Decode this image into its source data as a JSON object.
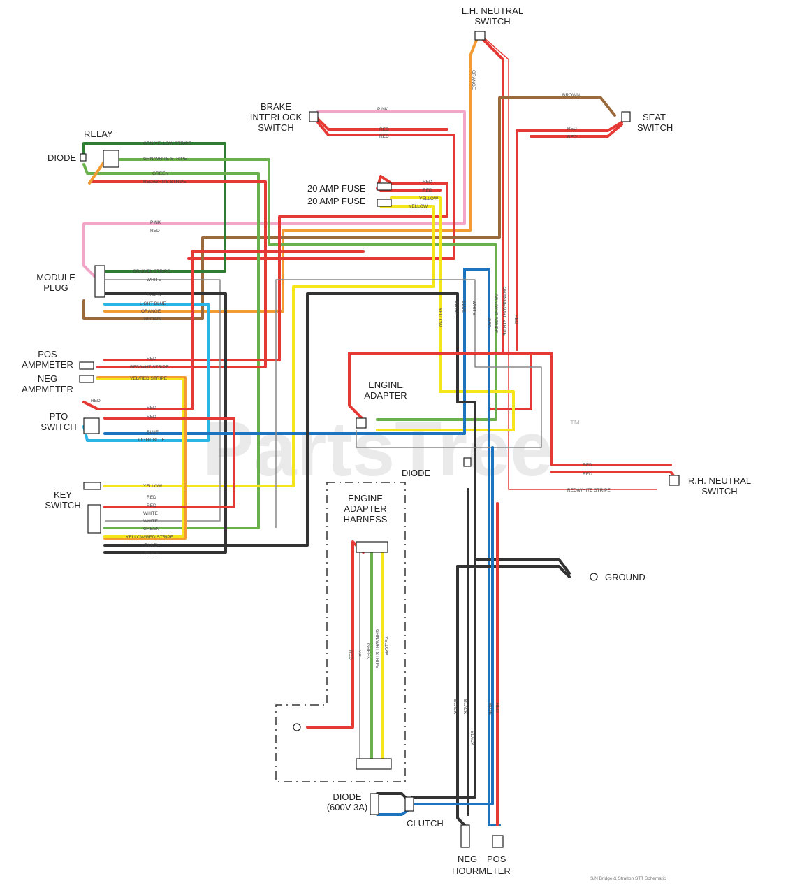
{
  "components": {
    "lh_neutral_switch": "L.H. NEUTRAL\nSWITCH",
    "brake_interlock_switch": "BRAKE\nINTERLOCK\nSWITCH",
    "seat_switch": "SEAT\nSWITCH",
    "relay": "RELAY",
    "diode_relay": "DIODE",
    "fuse_1": "20 AMP FUSE",
    "fuse_2": "20 AMP FUSE",
    "module_plug": "MODULE\nPLUG",
    "pos_ammeter": "POS\nAMPMETER",
    "neg_ammeter": "NEG\nAMPMETER",
    "engine_adapter": "ENGINE\nADAPTER",
    "pto_switch": "PTO\nSWITCH",
    "diode_engine": "DIODE",
    "rh_neutral_switch": "R.H. NEUTRAL\nSWITCH",
    "key_switch": "KEY\nSWITCH",
    "engine_adapter_harness": "ENGINE\nADAPTER\nHARNESS",
    "ground": "GROUND",
    "diode_clutch": "DIODE\n(600V 3A)",
    "clutch": "CLUTCH",
    "neg_hourmeter": "NEG",
    "pos_hourmeter": "POS",
    "hourmeter": "HOURMETER"
  },
  "wire_labels": {
    "orange_lh": "ORANGE",
    "pink_top": "PINK",
    "brown_top": "BROWN",
    "red_brake": "RED",
    "red_brake2": "RED",
    "red_seat": "RED",
    "red_seat2": "RED",
    "relay_1": "GRN/YELLOW STRIPE",
    "relay_2": "GRN/WHITE STRIPE",
    "relay_3": "GREEN",
    "relay_4": "RED/WHITE STRIPE",
    "fuse_red1": "RED",
    "fuse_red2": "RED",
    "fuse_yel1": "YELLOW",
    "fuse_yel2": "YELLOW",
    "mod_pink": "PINK",
    "mod_red": "RED",
    "mod_1": "GRN/YEL STRIPE",
    "mod_2": "WHITE",
    "mod_3": "BLACK",
    "mod_4": "LIGHT BLUE",
    "mod_5": "ORANGE",
    "mod_6": "BROWN",
    "amp_1": "RED",
    "amp_2": "RED/WHT STRIPE",
    "amp_3": "YEL/RED STRIPE",
    "pto_1": "RED",
    "pto_2": "RED",
    "pto_3": "RED",
    "pto_4": "BLUE",
    "pto_5": "LIGHT BLUE",
    "key_1": "YELLOW",
    "key_2": "RED",
    "key_3": "RED",
    "key_4": "WHITE",
    "key_5": "WHITE",
    "key_6": "GREEN",
    "key_7": "YELLOW/RED STRIPE",
    "key_8": "BLACK",
    "key_9": "BLACK",
    "v_yellow": "YELLOW",
    "v_black": "BLACK",
    "v_blue": "BLUE",
    "v_white": "WHITE",
    "v_red": "RED",
    "v_gw": "GRN/WHT STRIPE",
    "v_ow": "ORANGE/WHT STRIPE",
    "v_red2": "RED",
    "rh_1": "RED",
    "rh_2": "RED",
    "rh_3": "RED/WHITE STRIPE",
    "h_1": "RED",
    "h_2": "YEL",
    "h_3": "GREEN",
    "h_4": "GRN/WHT STRIPE",
    "h_5": "YELLOW",
    "lo_1": "BLACK",
    "lo_2": "BLACK",
    "lo_3": "BLACK",
    "lo_4": "BLUE",
    "lo_5": "RED"
  },
  "watermark": "PartsTree",
  "trademark": "™",
  "footnote": "S/N Bridge & Stratton STT Schematic",
  "colors": {
    "red": "#e53935",
    "orange": "#f39c34",
    "yellow": "#f4e61b",
    "green": "#6ab04c",
    "dark_green": "#2e7d32",
    "blue": "#1e73be",
    "light_blue": "#29b6e6",
    "black": "#333333",
    "brown": "#9b6a3c",
    "pink": "#f2a6c8",
    "white_wire": "#ffffff"
  }
}
